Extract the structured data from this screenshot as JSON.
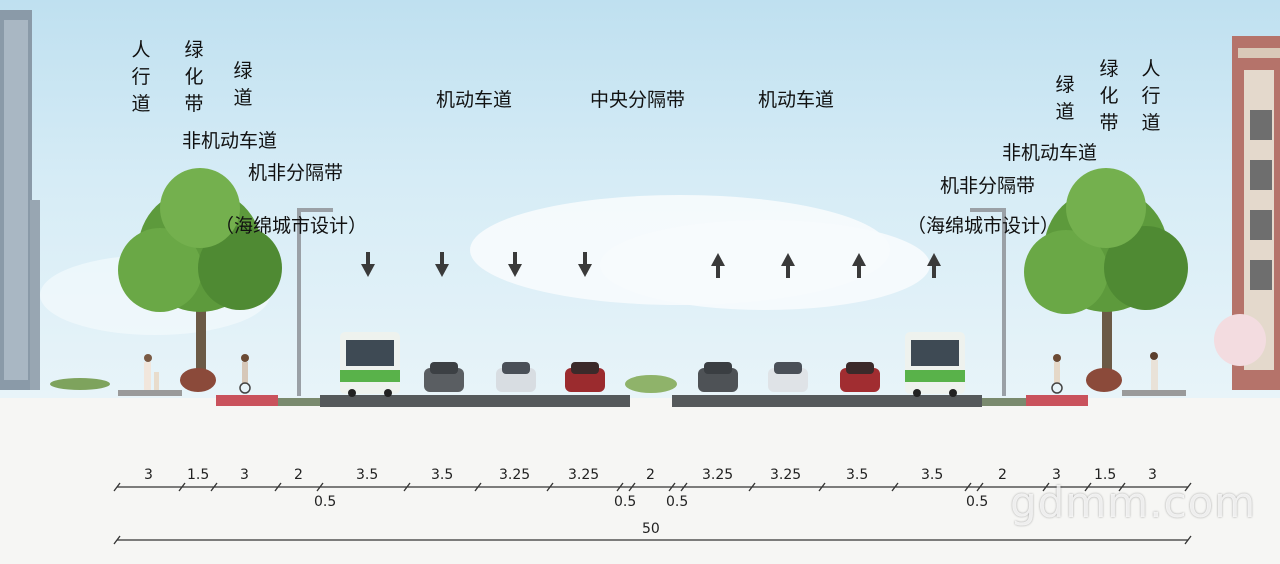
{
  "labels": {
    "left_sidewalk": "人行道",
    "left_greenbelt": "绿化带",
    "left_greenway": "绿道",
    "left_bike_lane": "非机动车道",
    "left_separator": "机非分隔带",
    "left_sponge": "（海绵城市设计）",
    "left_motor": "机动车道",
    "median": "中央分隔带",
    "right_motor": "机动车道",
    "right_greenway": "绿道",
    "right_greenbelt": "绿化带",
    "right_sidewalk": "人行道",
    "right_bike_lane": "非机动车道",
    "right_separator": "机非分隔带",
    "right_sponge": "（海绵城市设计）"
  },
  "dimensions": {
    "segments": [
      "3",
      "1.5",
      "3",
      "2",
      "3.5",
      "3.5",
      "3.25",
      "3.25",
      "2",
      "3.25",
      "3.25",
      "3.5",
      "3.5",
      "2",
      "3",
      "1.5",
      "3"
    ],
    "small": [
      "0.5",
      "0.5",
      "0.5",
      "0.5"
    ],
    "total": "50"
  },
  "watermark": "gdmm.com",
  "colors": {
    "road": "#55595b",
    "bike_lane": "#c9525c",
    "tree": "#5d9a3c",
    "arrow": "#3a3a3a"
  }
}
